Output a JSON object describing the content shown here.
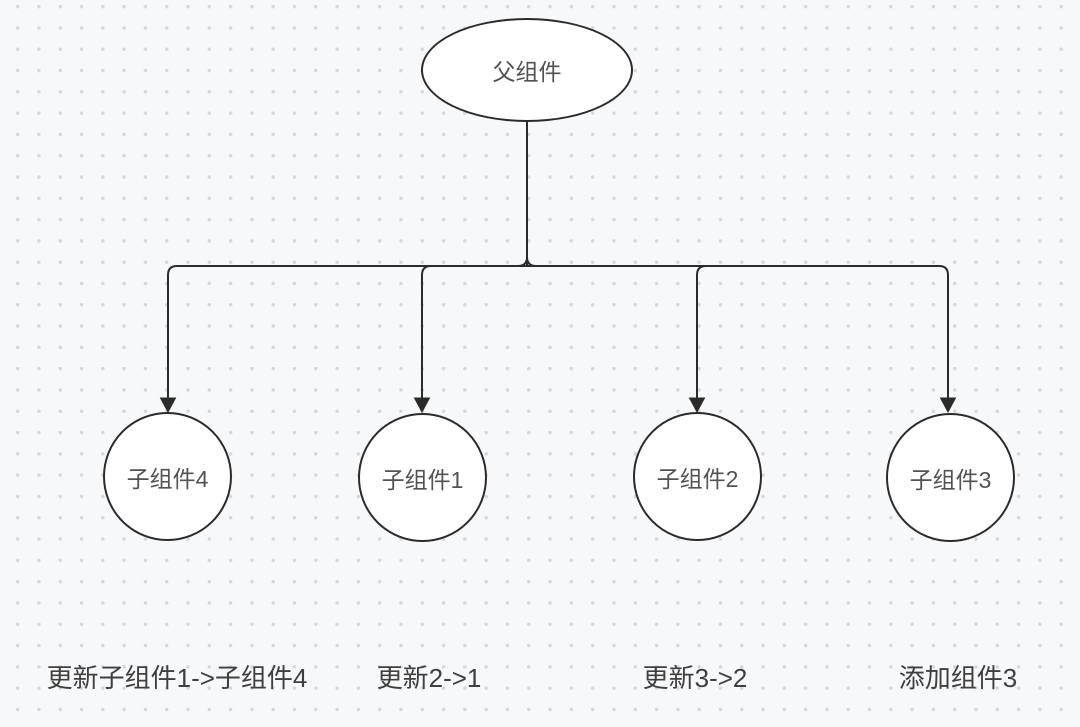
{
  "canvas": {
    "background_color": "#f7f8fa",
    "grid_dot_color": "#d7d8dc",
    "stroke_color": "#2b2b2b",
    "node_fill_color": "#ffffff",
    "node_text_color": "#525252",
    "caption_text_color": "#3f3f3f"
  },
  "nodes": {
    "parent": {
      "label": "父组件",
      "shape": "ellipse"
    },
    "children": [
      {
        "label": "子组件4",
        "shape": "circle"
      },
      {
        "label": "子组件1",
        "shape": "circle"
      },
      {
        "label": "子组件2",
        "shape": "circle"
      },
      {
        "label": "子组件3",
        "shape": "circle"
      }
    ]
  },
  "captions": [
    {
      "text": "更新子组件1->子组件4"
    },
    {
      "text": "更新2->1"
    },
    {
      "text": "更新3->2"
    },
    {
      "text": "添加组件3"
    }
  ]
}
